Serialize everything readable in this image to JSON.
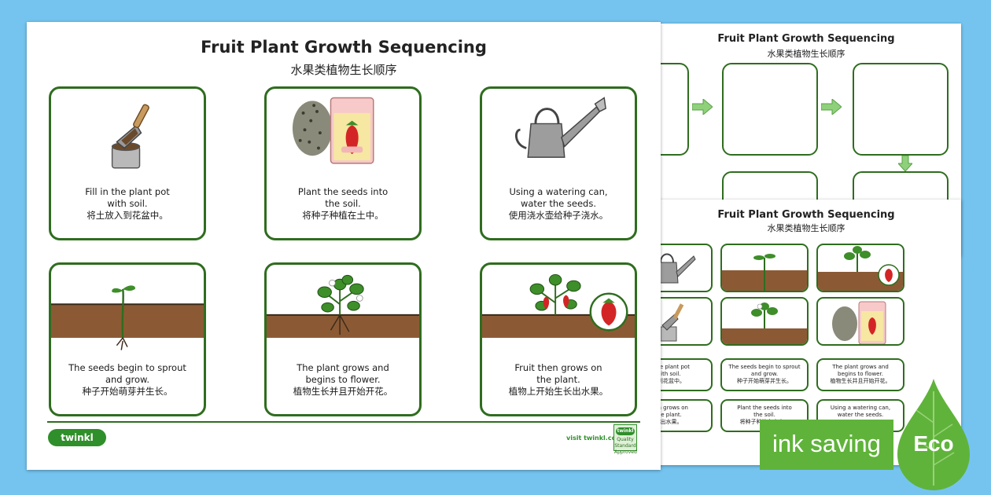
{
  "main_sheet": {
    "title_en": "Fruit Plant Growth Sequencing",
    "title_zh": "水果类植物生长顺序",
    "cards": [
      {
        "en1": "Fill in the plant pot",
        "en2": "with soil.",
        "zh": "将土放入到花盆中。"
      },
      {
        "en1": "Plant the seeds into",
        "en2": "the soil.",
        "zh": "将种子种植在土中。"
      },
      {
        "en1": "Using a watering can,",
        "en2": "water the seeds.",
        "zh": "使用浇水壶给种子浇水。"
      },
      {
        "en1": "The seeds begin to sprout",
        "en2": "and grow.",
        "zh": "种子开始萌芽并生长。"
      },
      {
        "en1": "The plant grows and",
        "en2": "begins to flower.",
        "zh": "植物生长并且开始开花。"
      },
      {
        "en1": "Fruit then grows on",
        "en2": "the plant.",
        "zh": "植物上开始生长出水果。"
      }
    ],
    "footer": {
      "logo": "twinkl",
      "visit": "visit twinkl.com",
      "badge_logo": "twinkl",
      "badge_text": "Quality Standard Approved"
    }
  },
  "back_sheet": {
    "title_en": "Fruit Plant Growth Sequencing",
    "title_zh": "水果类植物生长顺序"
  },
  "mid_sheet": {
    "title_en": "Fruit Plant Growth Sequencing",
    "title_zh": "水果类植物生长顺序",
    "text_cards": [
      {
        "en1": "in the plant pot",
        "en2": "with soil.",
        "zh": "入到花盆中。"
      },
      {
        "en1": "The seeds begin to sprout",
        "en2": "and grow.",
        "zh": "种子开始萌芽并生长。"
      },
      {
        "en1": "The plant grows and",
        "en2": "begins to flower.",
        "zh": "植物生长并且开始开花。"
      },
      {
        "en1": "then grows on",
        "en2": "the plant.",
        "zh": "长出水果。"
      },
      {
        "en1": "Plant the seeds into",
        "en2": "the soil.",
        "zh": "将种子种植在土中。"
      },
      {
        "en1": "Using a watering can,",
        "en2": "water the seeds.",
        "zh": ""
      }
    ]
  },
  "badge": {
    "ink_saving": "ink saving",
    "eco": "Eco"
  },
  "colors": {
    "background": "#75c4ef",
    "card_border": "#2f6d1f",
    "soil": "#8b5a35",
    "eco_green": "#5fb33a"
  }
}
